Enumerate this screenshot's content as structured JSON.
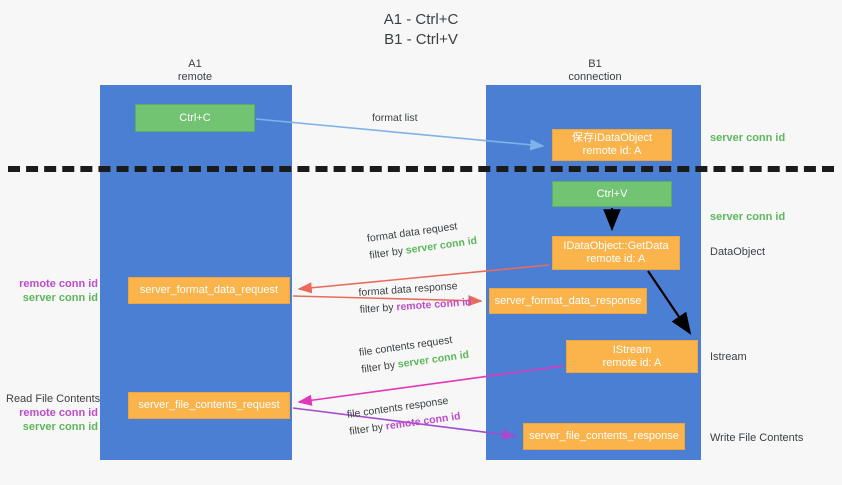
{
  "title": {
    "line1": "A1 - Ctrl+C",
    "line2": "B1 - Ctrl+V"
  },
  "columns": [
    {
      "name": "A1",
      "sub": "remote"
    },
    {
      "name": "B1",
      "sub": "connection"
    }
  ],
  "nodes": {
    "ctrl_c": {
      "label": "Ctrl+C",
      "color": "#72c472"
    },
    "save_idataobject": {
      "line1": "保存IDataObject",
      "line2": "remote id: A",
      "color": "#fbb34c"
    },
    "ctrl_v": {
      "label": "Ctrl+V",
      "color": "#72c472"
    },
    "getdata": {
      "line1": "IDataObject::GetData",
      "line2": "remote id: A",
      "color": "#fbb34c"
    },
    "istream": {
      "line1": "IStream",
      "line2": "remote id: A",
      "color": "#fbb34c"
    },
    "server_format_data_request": {
      "label": "server_format_data_request",
      "color": "#fbb34c"
    },
    "server_format_data_response": {
      "label": "server_format_data_response",
      "color": "#fbb34c"
    },
    "server_file_contents_request": {
      "label": "server_file_contents_request",
      "color": "#fbb34c"
    },
    "server_file_contents_response": {
      "label": "server_file_contents_response",
      "color": "#fbb34c"
    }
  },
  "edges": {
    "format_list": {
      "label": "format list"
    },
    "format_data_request": {
      "line1": "format data request",
      "filter_prefix": "filter by ",
      "filter_id": "server conn id"
    },
    "format_data_response": {
      "line1": "format data response",
      "filter_prefix": "filter by ",
      "filter_id": "remote conn id"
    },
    "file_contents_request": {
      "line1": "file contents request",
      "filter_prefix": "filter by ",
      "filter_id": "server conn id"
    },
    "file_contents_response": {
      "line1": "file contents response",
      "filter_prefix": "filter by ",
      "filter_id": "remote conn id"
    }
  },
  "right_labels": {
    "server_conn_id_top": "server conn id",
    "server_conn_id_mid": "server conn id",
    "dataobject": "DataObject",
    "istream": "Istream",
    "write_file_contents": "Write File Contents"
  },
  "left_labels": {
    "group1": {
      "remote": "remote conn id",
      "server": "server conn id"
    },
    "group2": {
      "heading": "Read File Contents",
      "remote": "remote conn id",
      "server": "server conn id"
    }
  },
  "colors": {
    "lane": "#4a7fd4",
    "green_node": "#72c472",
    "orange_node": "#fbb34c",
    "green_text": "#5cb85c",
    "purple_text": "#c04bd0",
    "blue_wire": "#7fb3e8",
    "red_wire": "#ea6b5c",
    "magenta_wire": "#e336b8",
    "purple_wire": "#a44bd0",
    "black_wire": "#000000",
    "divider": "#1b1b1b",
    "background": "#f7f7f7"
  }
}
